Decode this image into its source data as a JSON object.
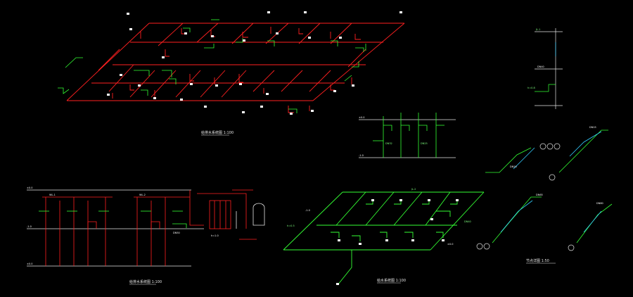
{
  "colors": {
    "background": "#000000",
    "pipe_red": "#ff2020",
    "pipe_green": "#33ff33",
    "pipe_white": "#e6e6e6",
    "pipe_cyan": "#33ccff",
    "label_text": "#ffffff"
  },
  "captions": {
    "red_iso": "给排水系统图 1:100",
    "red_riser": "给排水系统图 1:100",
    "green_iso": "给水系统图 1:100",
    "detail": "节点详图 1:50"
  },
  "ground_labels": {
    "g1": "±0.0",
    "g2": "-1.0",
    "g3": "±0.0",
    "g4": "-1.0",
    "g5": "±0.0",
    "g6": "-1.0",
    "g7": "±0.0"
  },
  "small_labels": {
    "dn_a": "DN50",
    "dn_b": "DN40",
    "dn_c": "DN32",
    "dn_d": "DN25",
    "dn_e": "DN20",
    "dn_f": "DN15",
    "dn_g": "DN65",
    "dn_h": "DN80",
    "jl1": "JL-1",
    "jl2": "JL-2",
    "wl1": "WL-1",
    "wl2": "WL-2",
    "h1": "h=0.8",
    "h2": "h=1.0",
    "h3": "h=0.5"
  }
}
